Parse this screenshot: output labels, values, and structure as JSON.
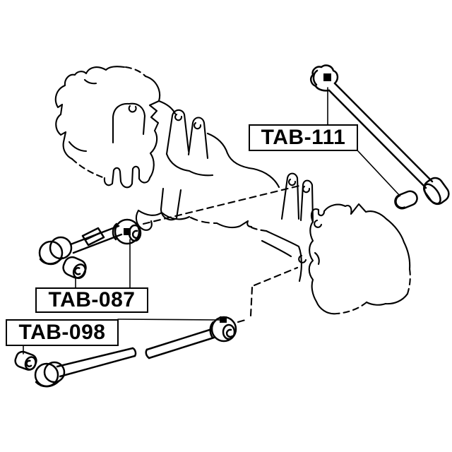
{
  "page": {
    "background_color": "#ffffff",
    "ink_color": "#000000"
  },
  "diagram": {
    "type": "parts-diagram",
    "labels": [
      {
        "text": "TAB-111"
      },
      {
        "text": "TAB-087"
      },
      {
        "text": "TAB-098"
      }
    ]
  }
}
